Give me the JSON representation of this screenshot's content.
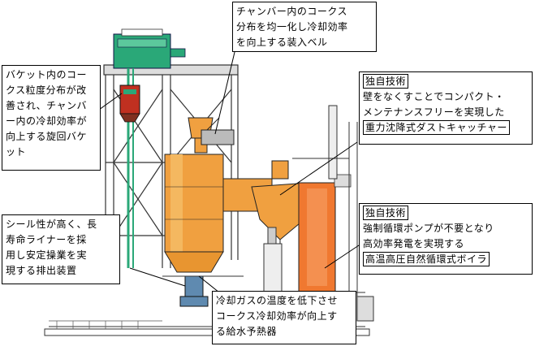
{
  "callouts": {
    "bell": {
      "lines": [
        "チャンバー内のコークス",
        "分布を均一化し冷却効率",
        "を向上する装入ベル"
      ]
    },
    "bucket": {
      "lines": [
        "バケット内のコー",
        "クス粒度分布が改",
        "善され、チャンバ",
        "ー内の冷却効率が",
        "向上する旋回バケ",
        "ット"
      ]
    },
    "dust": {
      "tag": "独自技術",
      "lines": [
        "壁をなくすことでコンパクト・",
        "メンテナンスフリーを実現した"
      ],
      "boxed": "重力沈降式ダストキャッチャー"
    },
    "boiler": {
      "tag": "独自技術",
      "lines": [
        "強制循環ポンプが不要となり",
        "高効率発電を実現する"
      ],
      "boxed": "高温高圧自然循環式ボイラ"
    },
    "discharge": {
      "lines": [
        "シール性が高く、長",
        "寿命ライナーを採",
        "用し安定操業を実",
        "現する排出装置"
      ]
    },
    "preheater": {
      "lines": [
        "冷却ガスの温度を低下させ",
        "コークス冷却効率が向上す",
        "る給水予熱器"
      ]
    }
  },
  "colors": {
    "chamber": "#f0a040",
    "boiler": "#f07830",
    "crane": "#2aa878",
    "frame": "#333333"
  }
}
